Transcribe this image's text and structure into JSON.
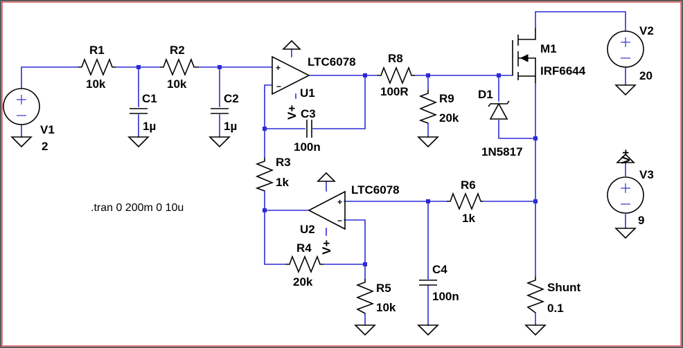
{
  "components": {
    "V1": {
      "name": "V1",
      "value": "2"
    },
    "V2": {
      "name": "V2",
      "value": "20"
    },
    "V3": {
      "name": "V3",
      "value": "9"
    },
    "R1": {
      "name": "R1",
      "value": "10k"
    },
    "R2": {
      "name": "R2",
      "value": "10k"
    },
    "R3": {
      "name": "R3",
      "value": "1k"
    },
    "R4": {
      "name": "R4",
      "value": "20k"
    },
    "R5": {
      "name": "R5",
      "value": "10k"
    },
    "R6": {
      "name": "R6",
      "value": "1k"
    },
    "R8": {
      "name": "R8",
      "value": "100R"
    },
    "R9": {
      "name": "R9",
      "value": "20k"
    },
    "C1": {
      "name": "C1",
      "value": "1µ"
    },
    "C2": {
      "name": "C2",
      "value": "1µ"
    },
    "C3": {
      "name": "C3",
      "value": "100n"
    },
    "C4": {
      "name": "C4",
      "value": "100n"
    },
    "U1": {
      "name": "U1",
      "value": "LTC6078"
    },
    "U2": {
      "name": "U2",
      "value": "LTC6078"
    },
    "M1": {
      "name": "M1",
      "value": "IRF6644"
    },
    "D1": {
      "name": "D1",
      "value": "1N5817"
    },
    "Shunt": {
      "name": "Shunt",
      "value": "0.1"
    }
  },
  "net_labels": {
    "u1_supply": "V+",
    "u2_supply": "V+",
    "v3_supply": "V+"
  },
  "opamp_pins": {
    "plus": "+",
    "minus": "−"
  },
  "directive": ".tran 0 200m 0 10u",
  "colors": {
    "wire": "#2b2bd6",
    "component": "#000000",
    "frame_accent": "#c00000"
  }
}
